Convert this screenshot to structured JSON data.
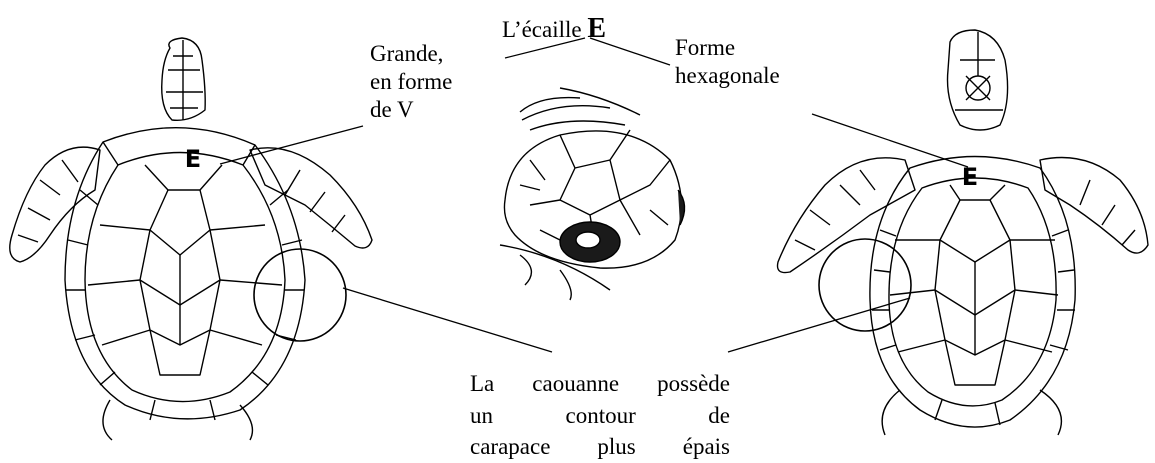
{
  "top_label": {
    "prefix": "L’écaille ",
    "letter": "E"
  },
  "left_label": [
    "Grande,",
    "en forme",
    "de V"
  ],
  "right_label": [
    "Forme",
    "hexagonale"
  ],
  "scute_marker": "E",
  "caption_lines": [
    "La caouanne possède",
    "un contour de",
    "carapace plus épais"
  ],
  "colors": {
    "ink": "#000000",
    "head_shadow": "#1a1a1a",
    "paper": "#ffffff"
  }
}
